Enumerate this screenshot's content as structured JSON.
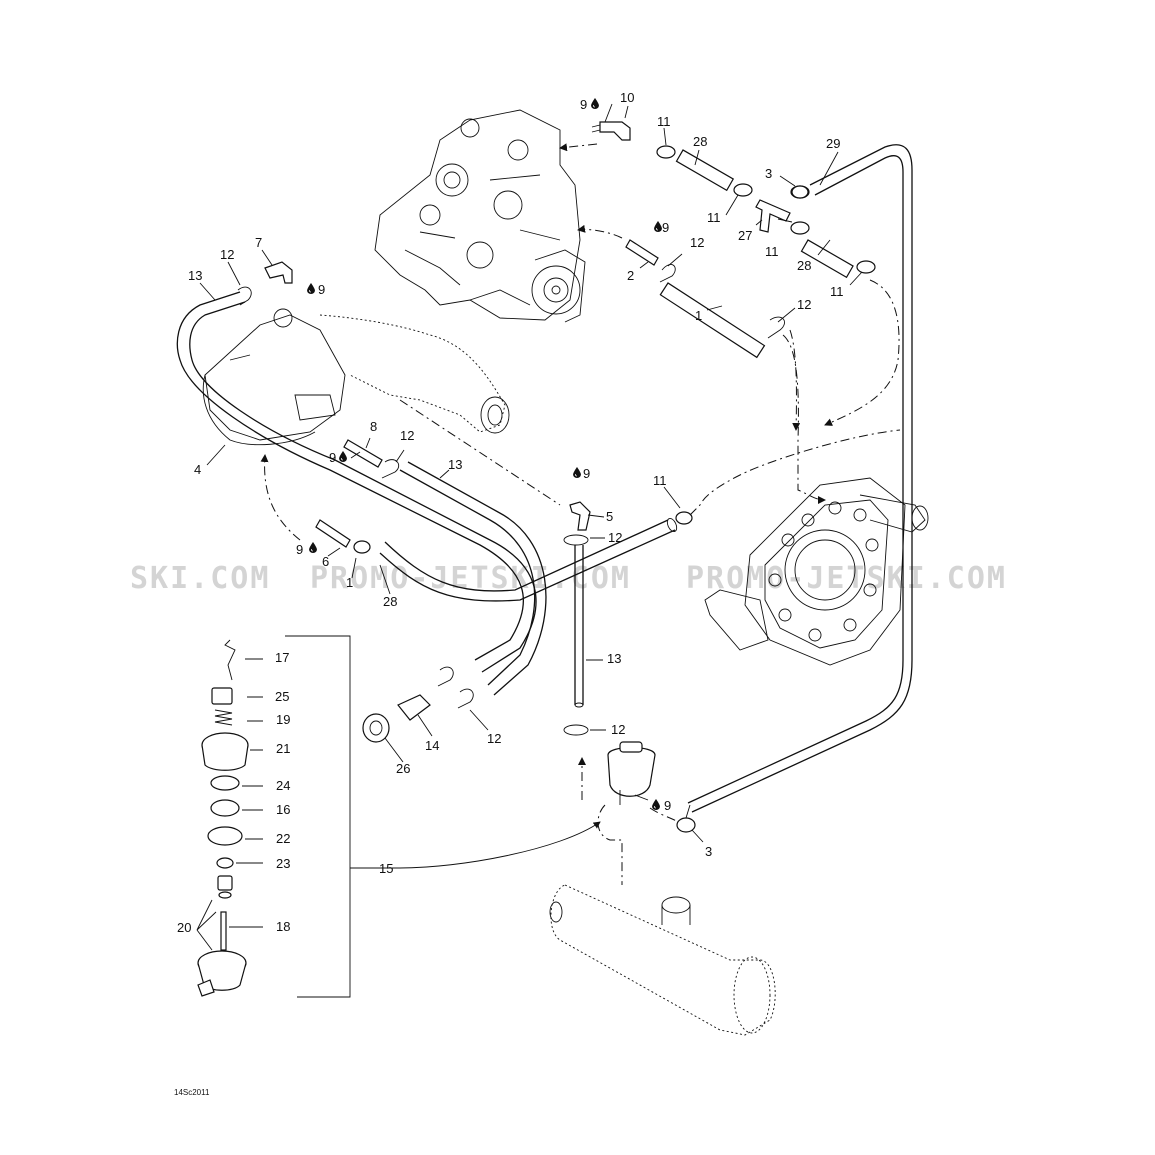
{
  "watermark": {
    "left": "SKI.COM",
    "middle": "PROMO-JETSKI.COM",
    "right": "PROMO-JETSKI.COM"
  },
  "drawing_code": "14Sc2011",
  "oil_drop_symbol": "oil-drop-icon",
  "callouts": {
    "c1": "1",
    "c1b": "1",
    "c2": "2",
    "c3a": "3",
    "c3b": "3",
    "c4": "4",
    "c5": "5",
    "c6": "6",
    "c7": "7",
    "c8": "8",
    "c9a": "9",
    "c9b": "9",
    "c9c": "9",
    "c9d": "9",
    "c9e": "9",
    "c9f": "9",
    "c9g": "9",
    "c10": "10",
    "c11a": "11",
    "c11b": "11",
    "c11c": "11",
    "c11d": "11",
    "c11e": "11",
    "c12a": "12",
    "c12b": "12",
    "c12c": "12",
    "c12d": "12",
    "c12e": "12",
    "c12f": "12",
    "c12g": "12",
    "c13a": "13",
    "c13b": "13",
    "c13c": "13",
    "c14": "14",
    "c15": "15",
    "c16": "16",
    "c17": "17",
    "c18": "18",
    "c19": "19",
    "c20": "20",
    "c21": "21",
    "c22": "22",
    "c23": "23",
    "c24": "24",
    "c25": "25",
    "c26": "26",
    "c27": "27",
    "c28a": "28",
    "c28b": "28",
    "c28c": "28",
    "c29": "29"
  }
}
